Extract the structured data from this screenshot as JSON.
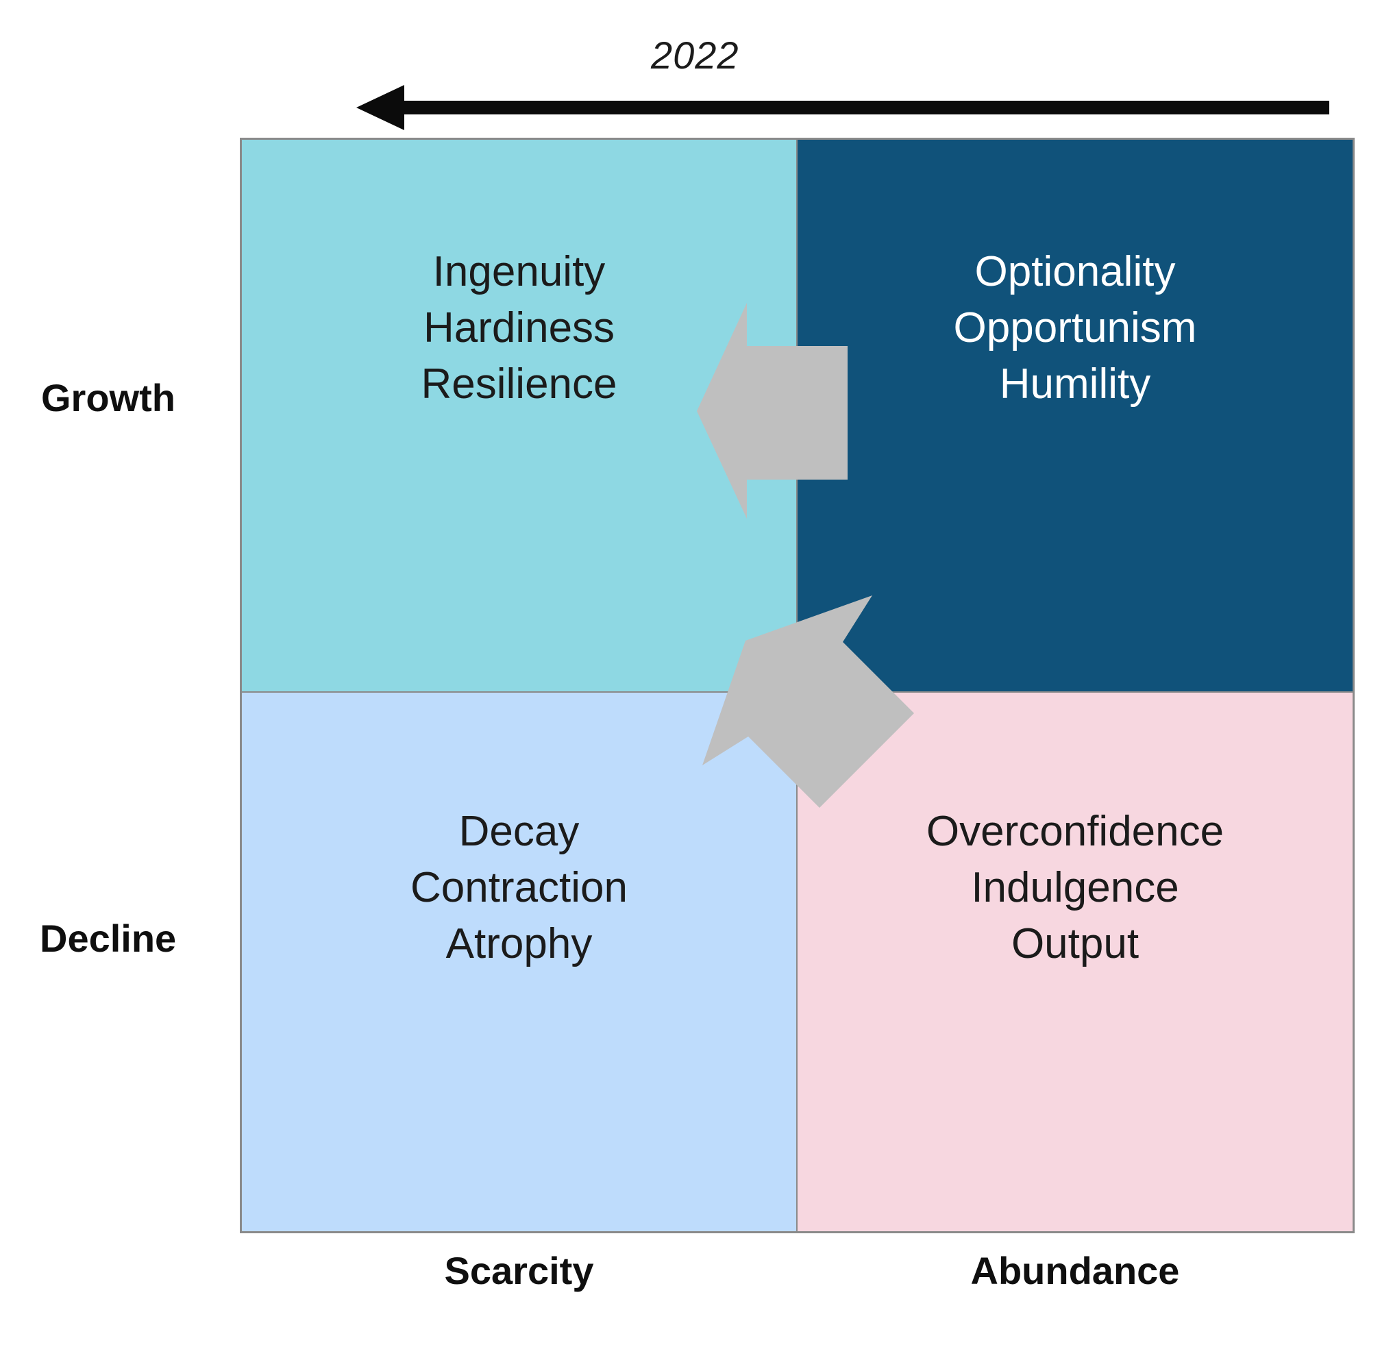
{
  "chart_data": {
    "type": "table",
    "title": "2022",
    "subtitle": "",
    "xlabel": "",
    "ylabel": "",
    "legend_position": "none",
    "grid": false,
    "axes": {
      "horizontal": {
        "left": "Scarcity",
        "right": "Abundance"
      },
      "vertical": {
        "top": "Growth",
        "bottom": "Decline"
      },
      "time_arrow": {
        "label": "2022",
        "direction": "right-to-left"
      }
    },
    "quadrants": [
      {
        "id": "growth-scarcity",
        "position": "top-left",
        "x_axis": "Scarcity",
        "y_axis": "Growth",
        "fill": "#8ed8e3",
        "text_color": "#1b1b1b",
        "items": [
          "Ingenuity",
          "Hardiness",
          "Resilience"
        ]
      },
      {
        "id": "growth-abundance",
        "position": "top-right",
        "x_axis": "Abundance",
        "y_axis": "Growth",
        "fill": "#10527a",
        "text_color": "#ffffff",
        "items": [
          "Optionality",
          "Opportunism",
          "Humility"
        ]
      },
      {
        "id": "decline-scarcity",
        "position": "bottom-left",
        "x_axis": "Scarcity",
        "y_axis": "Decline",
        "fill": "#bedcfc",
        "text_color": "#1b1b1b",
        "items": [
          "Decay",
          "Contraction",
          "Atrophy"
        ]
      },
      {
        "id": "decline-abundance",
        "position": "bottom-right",
        "x_axis": "Abundance",
        "y_axis": "Decline",
        "fill": "#f7d7e0",
        "text_color": "#1b1b1b",
        "items": [
          "Overconfidence",
          "Indulgence",
          "Output"
        ]
      }
    ],
    "annotations": [
      {
        "id": "transition-arrow-1",
        "shape": "block-arrow",
        "direction": "left",
        "color": "#bfbfbf",
        "from_quadrant": "growth-abundance",
        "to_quadrant": "growth-scarcity"
      },
      {
        "id": "transition-arrow-2",
        "shape": "block-arrow",
        "direction": "up-left",
        "color": "#bfbfbf",
        "from_quadrant": "decline-abundance",
        "to_quadrant": "growth-scarcity"
      }
    ]
  },
  "timeAxis": {
    "year": "2022",
    "arrow_icon": "arrow-left-icon"
  },
  "axisLabels": {
    "growth": "Growth",
    "decline": "Decline",
    "scarcity": "Scarcity",
    "abundance": "Abundance"
  },
  "quadrants": {
    "topLeft": {
      "l1": "Ingenuity",
      "l2": "Hardiness",
      "l3": "Resilience"
    },
    "topRight": {
      "l1": "Optionality",
      "l2": "Opportunism",
      "l3": "Humility"
    },
    "bottomLeft": {
      "l1": "Decay",
      "l2": "Contraction",
      "l3": "Atrophy"
    },
    "bottomRight": {
      "l1": "Overconfidence",
      "l2": "Indulgence",
      "l3": "Output"
    }
  },
  "colors": {
    "quadrant_growth_scarcity": "#8ed8e3",
    "quadrant_growth_abundance": "#10527a",
    "quadrant_decline_scarcity": "#bedcfc",
    "quadrant_decline_abundance": "#f7d7e0",
    "arrow_gray": "#bfbfbf",
    "border_gray": "#8a8a8a",
    "text_dark": "#1b1b1b",
    "text_light": "#ffffff"
  }
}
